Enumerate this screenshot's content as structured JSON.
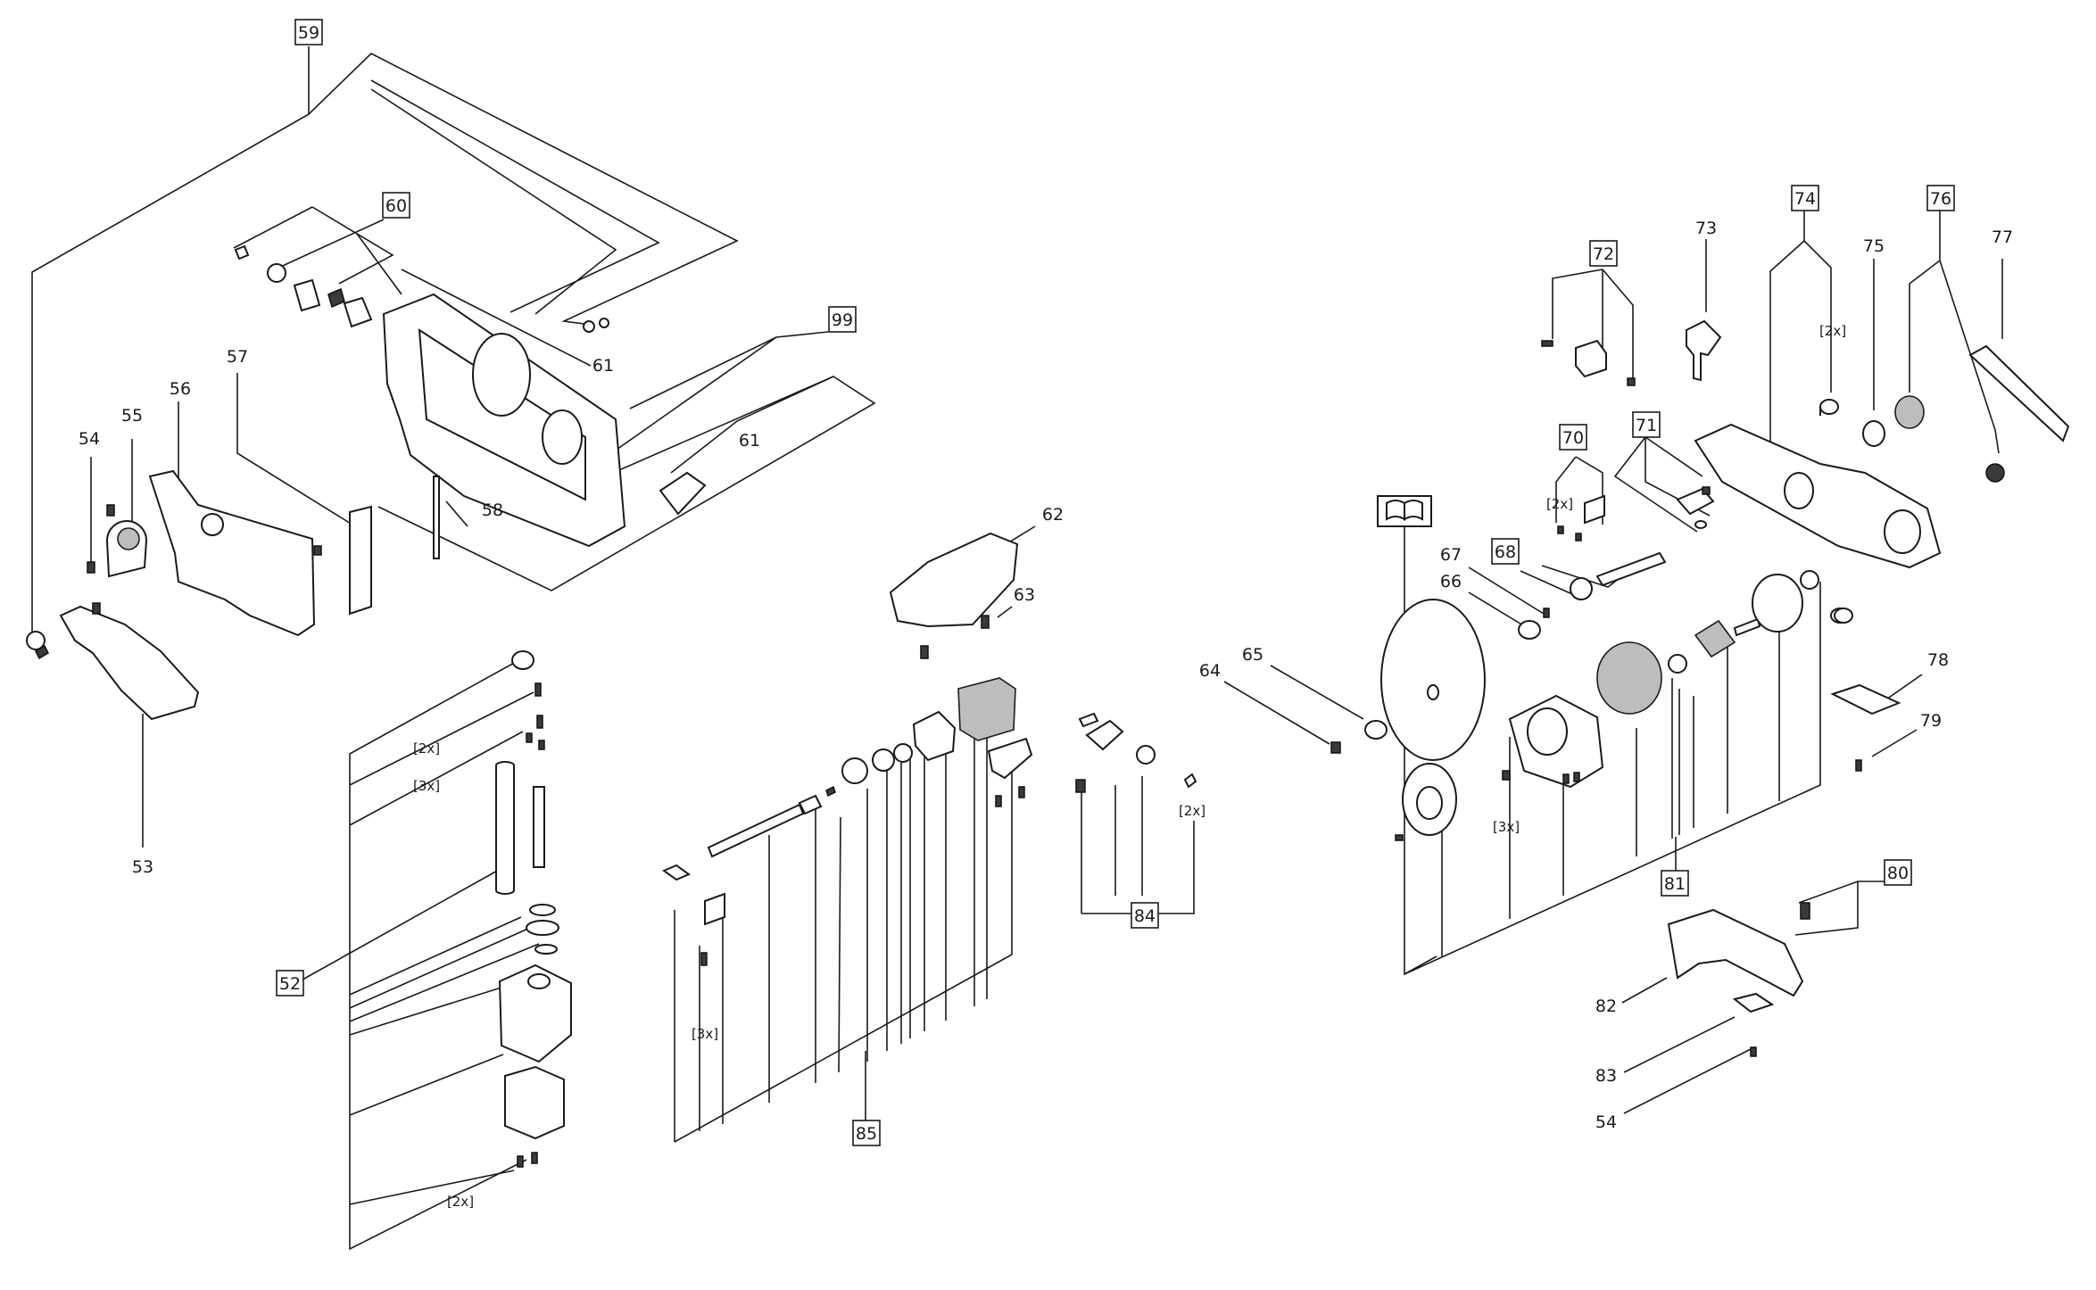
{
  "callouts": [
    {
      "id": "c59",
      "text": "59",
      "boxed": true
    },
    {
      "id": "c60",
      "text": "60",
      "boxed": true
    },
    {
      "id": "c99",
      "text": "99",
      "boxed": true
    },
    {
      "id": "c61a",
      "text": "61",
      "boxed": false
    },
    {
      "id": "c61b",
      "text": "61",
      "boxed": false
    },
    {
      "id": "c57",
      "text": "57",
      "boxed": false
    },
    {
      "id": "c56",
      "text": "56",
      "boxed": false
    },
    {
      "id": "c55",
      "text": "55",
      "boxed": false
    },
    {
      "id": "c54a",
      "text": "54",
      "boxed": false
    },
    {
      "id": "c58",
      "text": "58",
      "boxed": false
    },
    {
      "id": "c53",
      "text": "53",
      "boxed": false
    },
    {
      "id": "c52",
      "text": "52",
      "boxed": true
    },
    {
      "id": "c62",
      "text": "62",
      "boxed": false
    },
    {
      "id": "c63",
      "text": "63",
      "boxed": false
    },
    {
      "id": "c84",
      "text": "84",
      "boxed": true
    },
    {
      "id": "c85",
      "text": "85",
      "boxed": true
    },
    {
      "id": "c64",
      "text": "64",
      "boxed": false
    },
    {
      "id": "c65",
      "text": "65",
      "boxed": false
    },
    {
      "id": "c66",
      "text": "66",
      "boxed": false
    },
    {
      "id": "c67",
      "text": "67",
      "boxed": false
    },
    {
      "id": "c68",
      "text": "68",
      "boxed": true
    },
    {
      "id": "c70",
      "text": "70",
      "boxed": true
    },
    {
      "id": "c71",
      "text": "71",
      "boxed": true
    },
    {
      "id": "c72",
      "text": "72",
      "boxed": true
    },
    {
      "id": "c73",
      "text": "73",
      "boxed": false
    },
    {
      "id": "c74",
      "text": "74",
      "boxed": true
    },
    {
      "id": "c75",
      "text": "75",
      "boxed": false
    },
    {
      "id": "c76",
      "text": "76",
      "boxed": true
    },
    {
      "id": "c77",
      "text": "77",
      "boxed": false
    },
    {
      "id": "c78",
      "text": "78",
      "boxed": false
    },
    {
      "id": "c79",
      "text": "79",
      "boxed": false
    },
    {
      "id": "c80",
      "text": "80",
      "boxed": true
    },
    {
      "id": "c81",
      "text": "81",
      "boxed": true
    },
    {
      "id": "c82",
      "text": "82",
      "boxed": false
    },
    {
      "id": "c83",
      "text": "83",
      "boxed": false
    },
    {
      "id": "c54b",
      "text": "54",
      "boxed": false
    }
  ],
  "quantities": [
    {
      "id": "q1",
      "text": "[2x]"
    },
    {
      "id": "q2",
      "text": "[3x]"
    },
    {
      "id": "q3",
      "text": "[2x]"
    },
    {
      "id": "q4",
      "text": "[3x]"
    },
    {
      "id": "q5",
      "text": "[2x]"
    },
    {
      "id": "q6",
      "text": "[2x]"
    },
    {
      "id": "q7",
      "text": "[2x]"
    },
    {
      "id": "q8",
      "text": "[3x]"
    }
  ],
  "icons": [
    "manual-book-icon"
  ],
  "colors": {
    "line": "#1a1a1a",
    "background": "#ffffff",
    "shade": "#bdbdbd"
  }
}
